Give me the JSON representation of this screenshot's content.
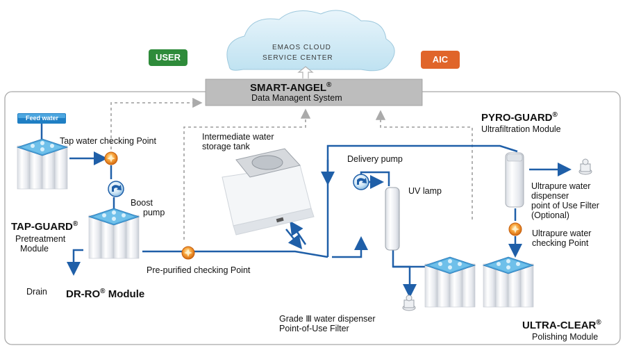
{
  "cloud": {
    "line1": "EMAOS CLOUD",
    "line2": "SERVICE CENTER"
  },
  "user_label": "USER",
  "aic_label": "AIC",
  "smart_angel": {
    "name": "SMART-ANGEL",
    "reg": "®",
    "subtitle": "Data Managent System"
  },
  "feed_water": "Feed water",
  "tap_check": "Tap water checking Point",
  "boost_pump": [
    "Boost",
    "pump"
  ],
  "tap_guard": {
    "name": "TAP-GUARD",
    "reg": "®",
    "desc": [
      "Pretreatment",
      "Module"
    ]
  },
  "dr_ro": {
    "name": "DR-RO",
    "reg": "®",
    "suffix": " Module"
  },
  "drain": "Drain",
  "pre_purified": "Pre-purified checking Point",
  "storage_tank": [
    "Intermediate water",
    "storage tank"
  ],
  "delivery_pump": "Delivery pump",
  "uv_lamp": "UV lamp",
  "pyro_guard": {
    "name": "PYRO-GUARD",
    "reg": "®",
    "desc": "Ultrafiltration Module"
  },
  "ultrapure_dispenser": [
    "Ultrapure water",
    "dispenser",
    "point of Use Filter",
    "(Optional)"
  ],
  "ultrapure_check": [
    "Ultrapure water",
    "checking Point"
  ],
  "grade3": [
    "Grade Ⅲ water dispenser",
    "Point-of-Use Filter"
  ],
  "ultra_clear": {
    "name": "ULTRA-CLEAR",
    "reg": "®",
    "desc": "Polishing Module"
  },
  "colors": {
    "pipe": "#1f5fa8",
    "user": "#2e8b3a",
    "aic": "#e0652a",
    "check": "#f08a1c",
    "smart_angel_bg": "#bdbdbd"
  }
}
